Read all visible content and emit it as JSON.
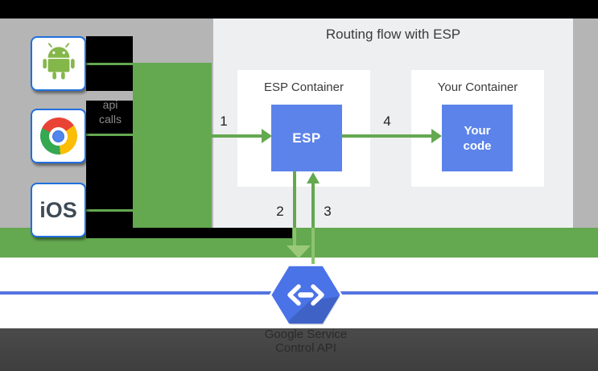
{
  "header": {
    "title": "Routing flow with ESP"
  },
  "clients": {
    "ios_label": "iOS",
    "api_calls": {
      "line1": "api",
      "line2": "calls"
    }
  },
  "esp_container": {
    "title": "ESP Container",
    "box_label": "ESP"
  },
  "your_container": {
    "title": "Your Container",
    "box_line1": "Your",
    "box_line2": "code"
  },
  "flow": {
    "step1": "1",
    "step2": "2",
    "step3": "3",
    "step4": "4"
  },
  "footer": {
    "line1": "Google Service",
    "line2": "Control API"
  },
  "icons": {
    "android": "android-robot",
    "chrome": "chrome-browser",
    "endpoints": "cloud-endpoints-hexagon"
  },
  "colors": {
    "accent_green": "#64a850",
    "accent_green_light": "#8cc46d",
    "box_blue": "#5c83ea",
    "hexagon_blue": "#4a73e8",
    "line_blue": "#5574e0",
    "client_border_blue": "#2170dd",
    "panel_bg": "#edeff1",
    "side_gray": "#b5b5b5",
    "footer_bar_gray": "#454545"
  }
}
